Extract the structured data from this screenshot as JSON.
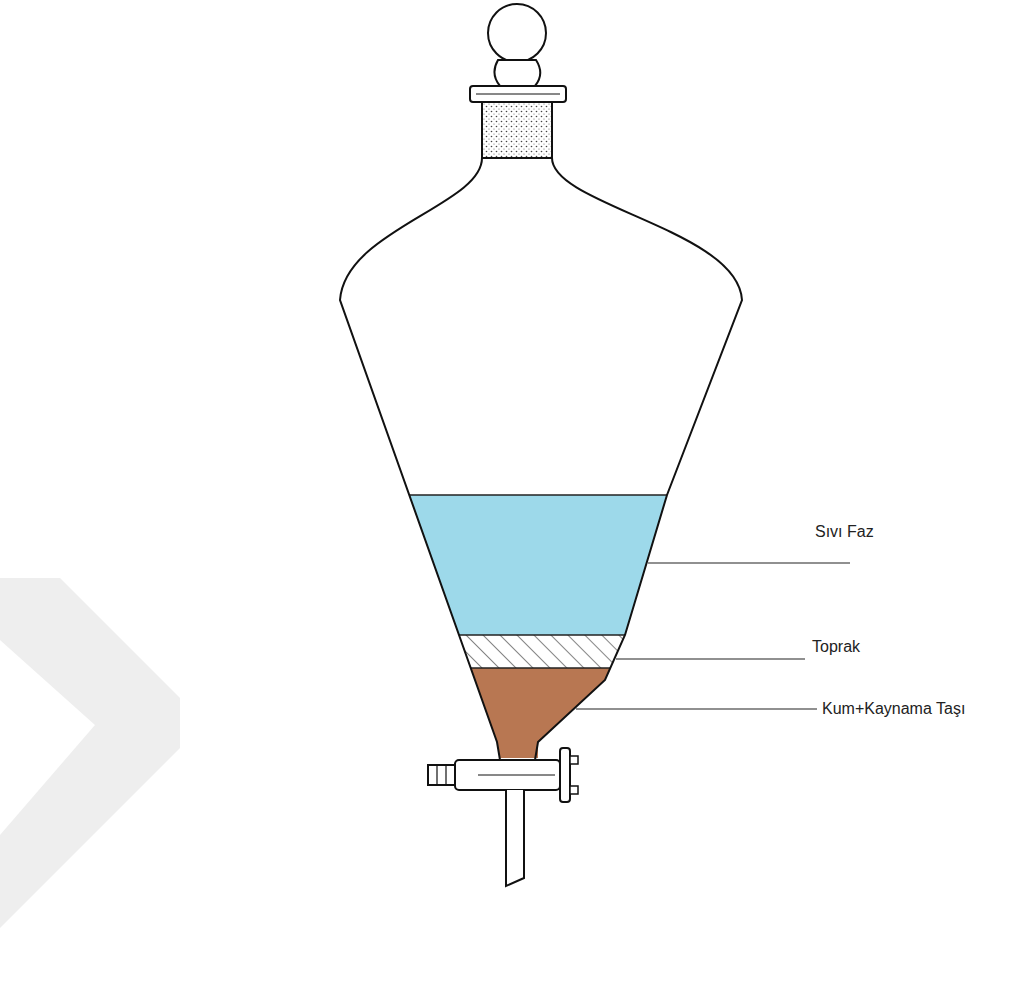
{
  "diagram": {
    "labels": [
      "Sıvı Faz",
      "Toprak",
      "Kum+Kaynama Taşı"
    ]
  }
}
